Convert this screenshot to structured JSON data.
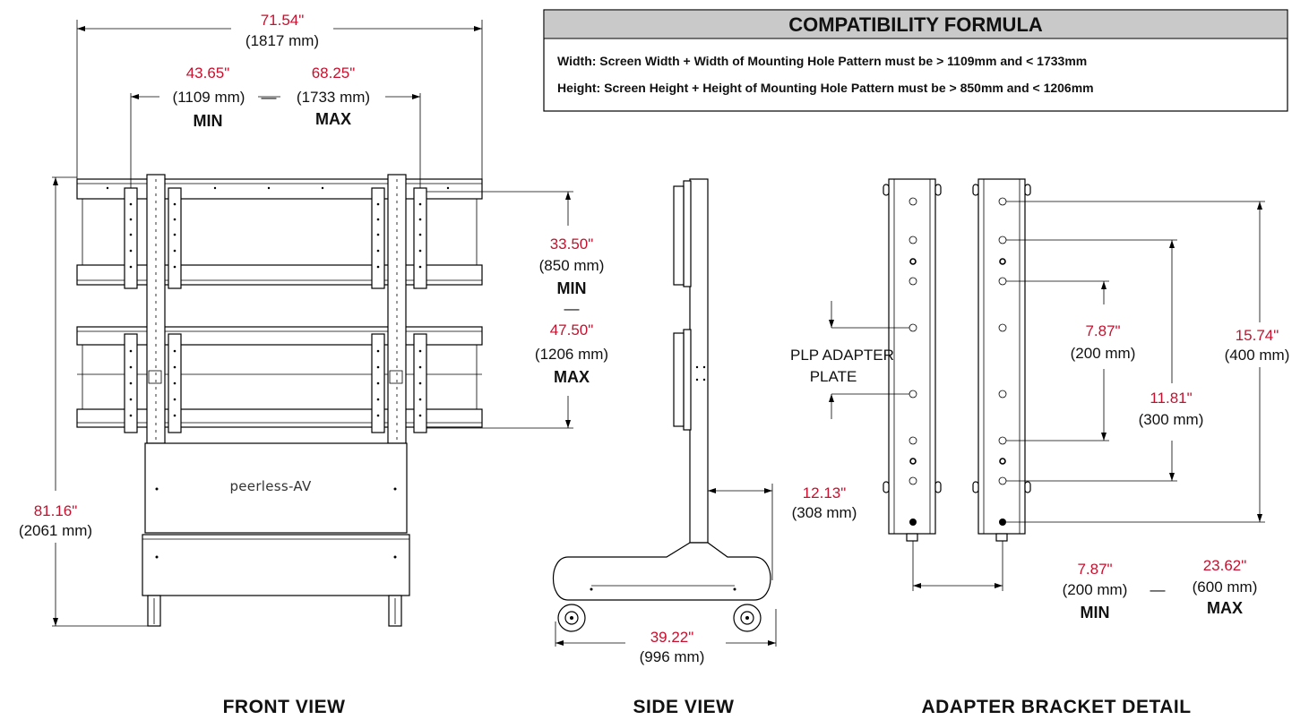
{
  "formula_box": {
    "title": "COMPATIBILITY FORMULA",
    "line1": "Width:  Screen Width + Width of Mounting Hole Pattern must be > 1109mm and < 1733mm",
    "line2": "Height: Screen Height + Height of Mounting Hole Pattern must be > 850mm and < 1206mm"
  },
  "front_view": {
    "overall_width_in": "71.54\"",
    "overall_width_mm": "(1817 mm)",
    "min_width_in": "43.65\"",
    "min_width_mm": "(1109 mm)",
    "min_label": "MIN",
    "max_width_in": "68.25\"",
    "max_width_mm": "(1733 mm)",
    "max_label": "MAX",
    "min_height_in": "33.50\"",
    "min_height_mm": "(850 mm)",
    "height_min_label": "MIN",
    "dash": "—",
    "max_height_in": "47.50\"",
    "max_height_mm": "(1206 mm)",
    "height_max_label": "MAX",
    "overall_height_in": "81.16\"",
    "overall_height_mm": "(2061 mm)",
    "logo": "peerless-AV",
    "caption": "FRONT  VIEW"
  },
  "side_view": {
    "depth_in": "12.13\"",
    "depth_mm": "(308 mm)",
    "base_in": "39.22\"",
    "base_mm": "(996 mm)",
    "caption": "SIDE VIEW"
  },
  "adapter_detail": {
    "plate_label_line1": "PLP ADAPTER",
    "plate_label_line2": "PLATE",
    "d200_in": "7.87\"",
    "d200_mm": "(200 mm)",
    "d300_in": "11.81\"",
    "d300_mm": "(300 mm)",
    "d400_in": "15.74\"",
    "d400_mm": "(400 mm)",
    "min_in": "7.87\"",
    "min_mm": "(200 mm)",
    "min_label": "MIN",
    "dash": "—",
    "max_in": "23.62\"",
    "max_mm": "(600 mm)",
    "max_label": "MAX",
    "caption": "ADAPTER BRACKET DETAIL"
  }
}
